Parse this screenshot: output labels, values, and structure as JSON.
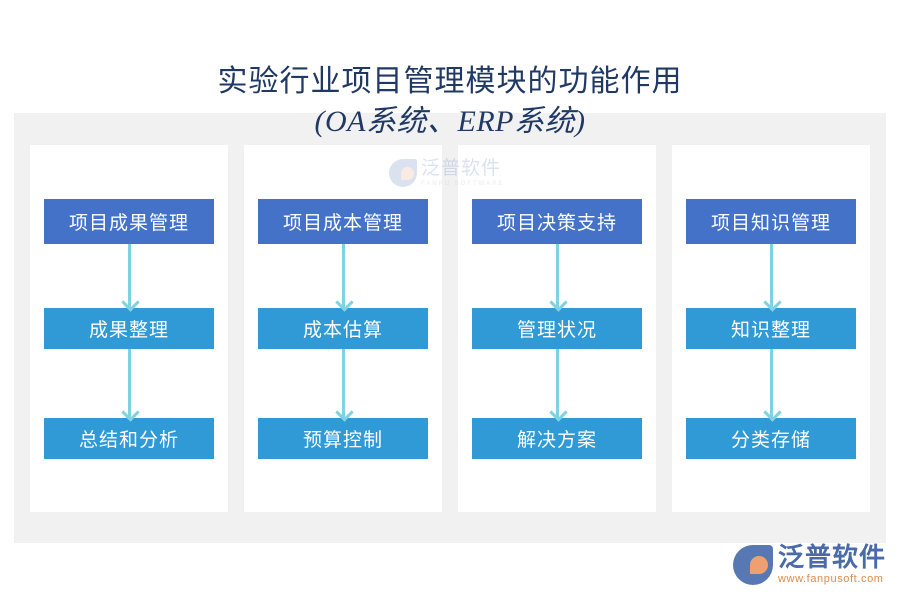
{
  "title": {
    "line1": "实验行业项目管理模块的功能作用",
    "line2": "(OA系统、ERP系统)"
  },
  "colors": {
    "title_text": "#1f3864",
    "node_primary": "#4472c8",
    "node_secondary": "#2f9ad6",
    "arrow": "#7fd2e2",
    "band_background": "#f1f1f1",
    "panel_background": "#ffffff",
    "brand_blue": "#4a6aa8",
    "brand_orange": "#e08a4a"
  },
  "watermark": {
    "cn": "泛普软件",
    "en": "FANPU SOFTWARE"
  },
  "brand": {
    "cn": "泛普软件",
    "url": "www.fanpusoft.com"
  },
  "columns": [
    {
      "id": "project-results",
      "nodes": [
        "项目成果管理",
        "成果整理",
        "总结和分析"
      ]
    },
    {
      "id": "project-cost",
      "nodes": [
        "项目成本管理",
        "成本估算",
        "预算控制"
      ]
    },
    {
      "id": "project-decision",
      "nodes": [
        "项目决策支持",
        "管理状况",
        "解决方案"
      ]
    },
    {
      "id": "project-knowledge",
      "nodes": [
        "项目知识管理",
        "知识整理",
        "分类存储"
      ]
    }
  ]
}
